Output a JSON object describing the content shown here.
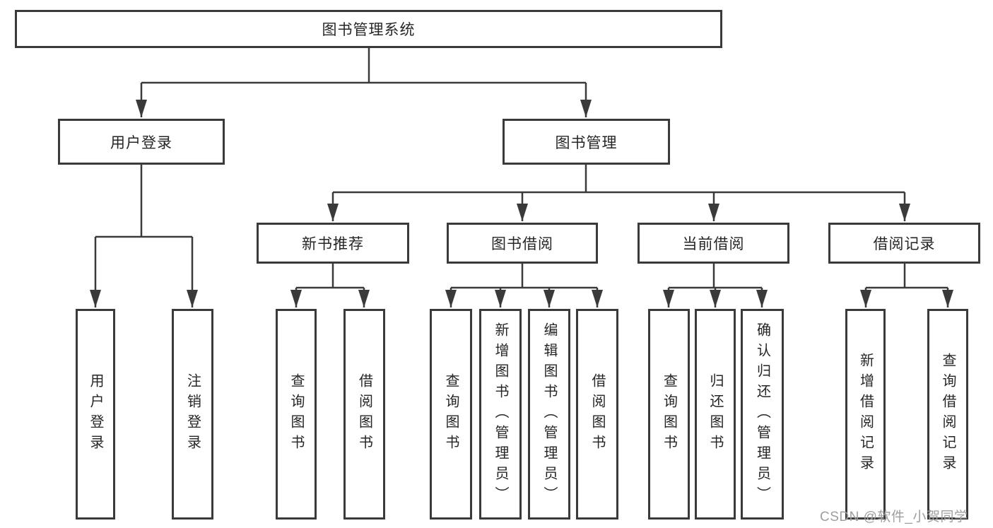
{
  "diagram": {
    "type": "hierarchy-tree",
    "title": "图书管理系统",
    "colors": {
      "line": "#3a3a3a",
      "border": "#3a3a3a",
      "text": "#262626",
      "background": "#ffffff"
    },
    "root": {
      "label": "图书管理系统"
    },
    "level2": [
      {
        "label": "用户登录",
        "parent": "图书管理系统"
      },
      {
        "label": "图书管理",
        "parent": "图书管理系统"
      }
    ],
    "level3": [
      {
        "label": "新书推荐",
        "parent": "图书管理"
      },
      {
        "label": "图书借阅",
        "parent": "图书管理"
      },
      {
        "label": "当前借阅",
        "parent": "图书管理"
      },
      {
        "label": "借阅记录",
        "parent": "图书管理"
      }
    ],
    "leaves": [
      {
        "label": "用户登录",
        "parent": "用户登录"
      },
      {
        "label": "注销登录",
        "parent": "用户登录"
      },
      {
        "label": "查询图书",
        "parent": "新书推荐"
      },
      {
        "label": "借阅图书",
        "parent": "新书推荐"
      },
      {
        "label": "查询图书",
        "parent": "图书借阅"
      },
      {
        "label": "新增图书（管理员）",
        "parent": "图书借阅"
      },
      {
        "label": "编辑图书（管理员）",
        "parent": "图书借阅"
      },
      {
        "label": "借阅图书",
        "parent": "图书借阅"
      },
      {
        "label": "查询图书",
        "parent": "当前借阅"
      },
      {
        "label": "归还图书",
        "parent": "当前借阅"
      },
      {
        "label": "确认归还（管理员）",
        "parent": "当前借阅"
      },
      {
        "label": "新增借阅记录",
        "parent": "借阅记录"
      },
      {
        "label": "查询借阅记录",
        "parent": "借阅记录"
      }
    ]
  },
  "watermark": {
    "text": "CSDN @软件_小贺同学",
    "color": "#9e9e9e"
  }
}
